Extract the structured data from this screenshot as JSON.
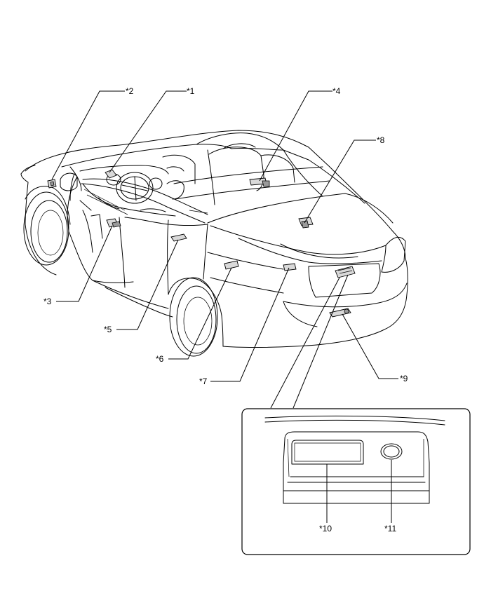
{
  "callouts": {
    "c1": "*1",
    "c2": "*2",
    "c3": "*3",
    "c4": "*4",
    "c5": "*5",
    "c6": "*6",
    "c7": "*7",
    "c8": "*8",
    "c9": "*9",
    "c10": "*10",
    "c11": "*11"
  }
}
